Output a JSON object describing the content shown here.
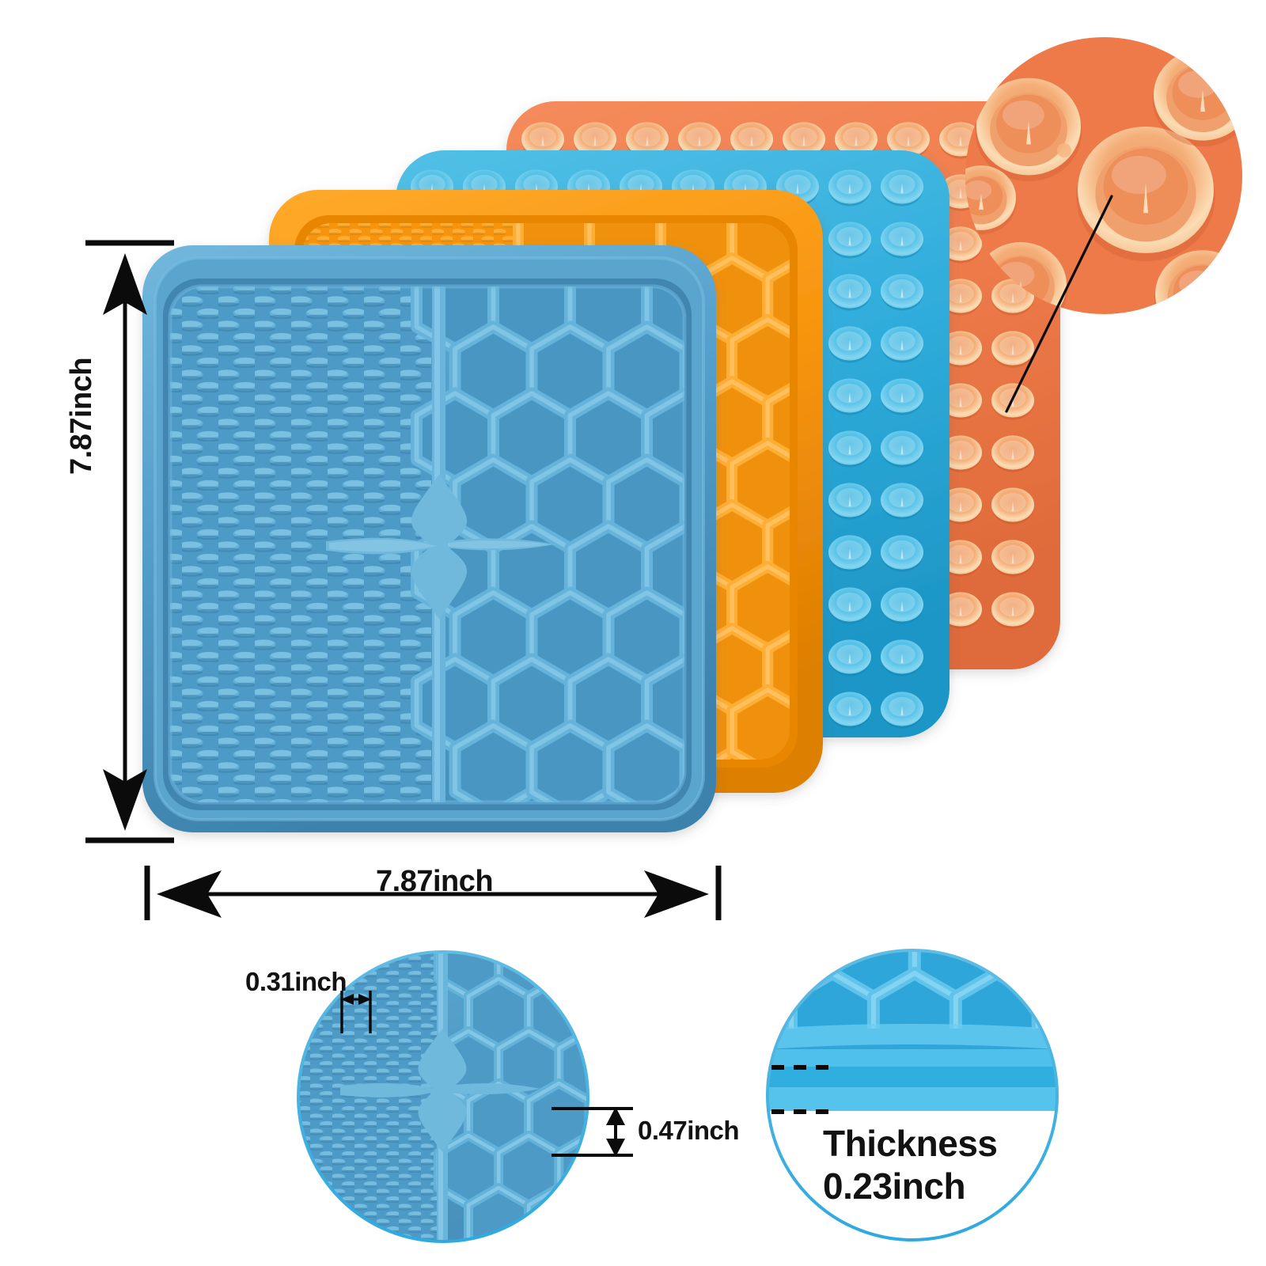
{
  "scene": {
    "title": "Silicone Pet Lick Mat Dimension Infographic",
    "background_color": "#FFFFFF"
  },
  "palette": {
    "blue_mat": "#4E9AC6",
    "blue_mat_dark": "#3E83AD",
    "blue_mat_light": "#63AFD8",
    "orange_mat": "#F7940D",
    "orange_mat_dark": "#E07F05",
    "cyan_mat": "#2FADDC",
    "cyan_mat_dark": "#229BC8",
    "coral_mat": "#EE7A4A",
    "coral_mat_dark": "#DD6838",
    "cup_highlight": "#F6CFA0",
    "line_black": "#0B0B0B",
    "text_black": "#121212",
    "magnifier_border": "#39B4E8"
  },
  "dimensions": {
    "height_label": "7.87inch",
    "width_label": "7.87inch",
    "bump_spacing_label": "0.31inch",
    "hex_cell_label": "0.47inch",
    "thickness_title": "Thickness",
    "thickness_value": "0.23inch"
  },
  "mats": [
    {
      "id": "mat-back-coral",
      "color_name": "coral",
      "side": "suction-cups",
      "z": 1
    },
    {
      "id": "mat-third-cyan",
      "color_name": "cyan",
      "side": "suction-cups",
      "z": 2
    },
    {
      "id": "mat-second-orange",
      "color_name": "orange",
      "side": "honeycomb",
      "z": 3
    },
    {
      "id": "mat-front-blue",
      "color_name": "blue",
      "side": "lick-and-honeycomb",
      "z": 4
    }
  ],
  "callouts": [
    {
      "id": "suction-cup-magnifier",
      "subject": "suction-cup",
      "color_name": "coral"
    },
    {
      "id": "surface-detail-magnifier",
      "subject": "lick-and-honeycomb-surface",
      "color_name": "blue"
    },
    {
      "id": "thickness-magnifier",
      "subject": "mat-edge-cross-section",
      "color_name": "blue"
    }
  ]
}
